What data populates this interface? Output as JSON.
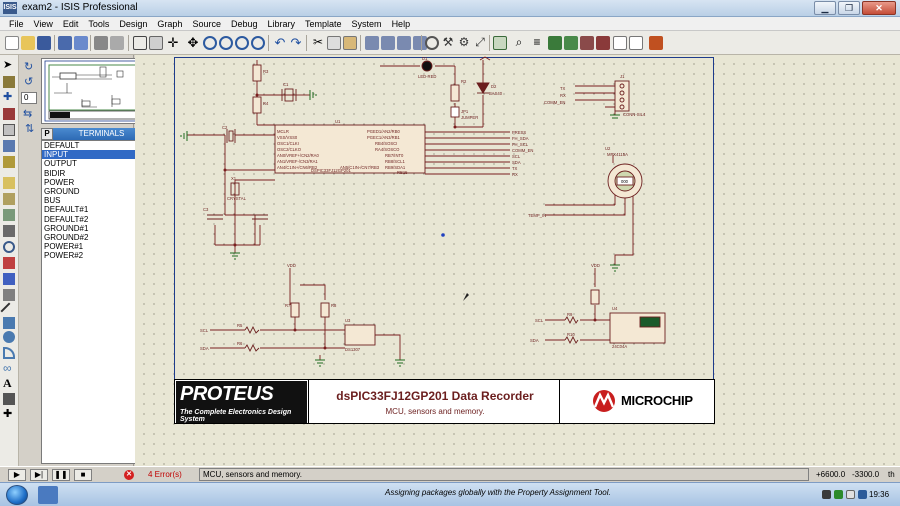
{
  "window": {
    "app_icon": "ISIS",
    "title": "exam2 - ISIS Professional"
  },
  "menu": [
    "File",
    "View",
    "Edit",
    "Tools",
    "Design",
    "Graph",
    "Source",
    "Debug",
    "Library",
    "Template",
    "System",
    "Help"
  ],
  "panel": {
    "rotation_value": "0",
    "mode_letter": "P",
    "mode_title": "TERMINALS",
    "terminals": [
      "DEFAULT",
      "INPUT",
      "OUTPUT",
      "BIDIR",
      "POWER",
      "GROUND",
      "BUS",
      "DEFAULT#1",
      "DEFAULT#2",
      "GROUND#1",
      "GROUND#2",
      "POWER#1",
      "POWER#2"
    ],
    "selected_terminal": "INPUT"
  },
  "schematic": {
    "mcu_label": "DSPIC33FJ12GP201",
    "mcu_ref": "U1",
    "mcu_pins_left": [
      "MCLR",
      "VSS/VSS0",
      "OSC1/CLKI",
      "OSC2/CLKO",
      "AN0/VREF+/CN2/RA0",
      "AN1/VREF-/CN3/RA1",
      "AN4/C1IN+/CN6/RB2",
      "AN5/C1IN-/CN7/RB3"
    ],
    "mcu_pins_right": [
      "PGED1/AN2/RB0",
      "PGEC1/AN3/RB1",
      "RB4/SOSCI",
      "RA4/SOSCO",
      "RB7/INT0",
      "RB8/SCL1",
      "RB9/SDA1",
      "RB15"
    ],
    "nets": [
      "PRESS",
      "FH_SDA",
      "FH_SCL",
      "COMM_EN",
      "SCL",
      "SDA",
      "TX",
      "RX"
    ],
    "components": [
      "D1",
      "LED-RED",
      "R2",
      "D2",
      "BAS40",
      "JP1",
      "JUMPER",
      "R3",
      "R4",
      "C1",
      "C2",
      "C3",
      "X1",
      "CRYSTAL",
      "U2",
      "J1",
      "CONN-SIL4",
      "MPX4115A",
      "R5",
      "R6",
      "R7",
      "R8",
      "U3",
      "DS1307",
      "R9",
      "R10",
      "U4",
      "24C04A"
    ],
    "net_labels_misc": [
      "VDD",
      "GND",
      "COMM_EN",
      "TX",
      "RX",
      "SCL",
      "SDA",
      "SCL",
      "SDA",
      "TEMP_IN"
    ],
    "lcd_text": "000"
  },
  "titleblock": {
    "logo": "PROTEUS",
    "tagline": "The Complete Electronics Design System",
    "title": "dsPIC33FJ12GP201 Data Recorder",
    "subtitle": "MCU, sensors and memory.",
    "brand": "MICROCHIP"
  },
  "status": {
    "errors": "4 Error(s)",
    "message": "MCU, sensors and memory.",
    "x": "+6600.0",
    "y": "-3300.0",
    "unit": "th"
  },
  "taskbar": {
    "tray_message": "Assigning packages globally with the Property Assignment Tool.",
    "clock": "19:36"
  },
  "colors": {
    "wire": "#7a1f1f",
    "component": "#6b1e1e",
    "sheet_border": "#1e3c8c",
    "canvas": "#e8e6d4",
    "selection": "#316ac5"
  }
}
